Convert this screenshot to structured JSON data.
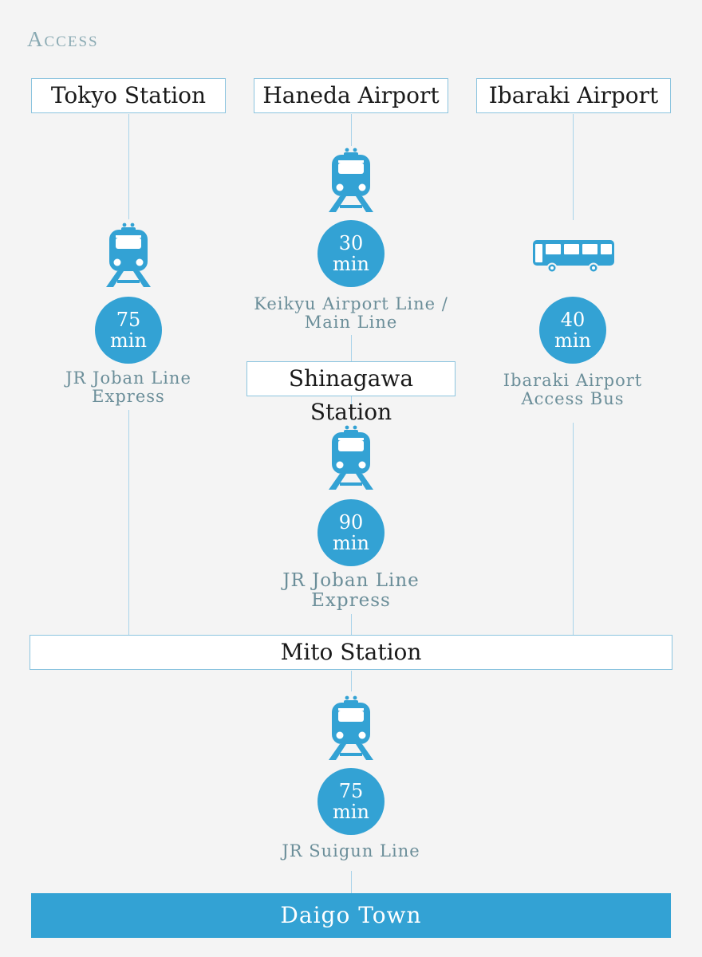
{
  "heading": "Access",
  "origins": {
    "tokyo": "Tokyo Station",
    "haneda": "Haneda Airport",
    "ibaraki": "Ibaraki Airport"
  },
  "tokyo_route": {
    "mode_icon": "train-icon",
    "time_value": "75",
    "time_unit": "min",
    "line_1": "JR Joban Line",
    "line_2": "Express"
  },
  "haneda_route": {
    "mode_icon": "train-icon",
    "time_value": "30",
    "time_unit": "min",
    "line_1": "Keikyu Airport Line /",
    "line_2": "Main Line"
  },
  "shinagawa": "Shinagawa Station",
  "shinagawa_route": {
    "mode_icon": "train-icon",
    "time_value": "90",
    "time_unit": "min",
    "line_1": "JR Joban Line",
    "line_2": "Express"
  },
  "ibaraki_route": {
    "mode_icon": "bus-icon",
    "time_value": "40",
    "time_unit": "min",
    "line_1": "Ibaraki Airport",
    "line_2": "Access Bus"
  },
  "mito": "Mito Station",
  "mito_route": {
    "mode_icon": "train-icon",
    "time_value": "75",
    "time_unit": "min",
    "line_1": "JR Suigun Line"
  },
  "destination": "Daigo Town",
  "colors": {
    "accent": "#33a2d4",
    "line": "#a9d3ea",
    "label": "#6b8e99",
    "heading": "#8aaab3"
  }
}
